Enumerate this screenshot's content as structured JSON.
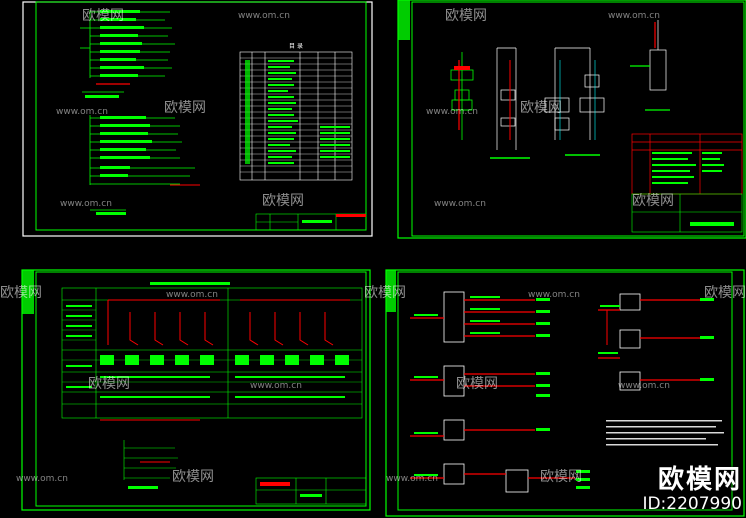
{
  "watermark": {
    "brand": "欧模网",
    "url": "www.om.cn"
  },
  "badge": {
    "brand": "欧模网",
    "id": "ID:2207990"
  },
  "panels": [
    {
      "name": "top-left-sheet",
      "table_title": "目 录"
    },
    {
      "name": "top-right-sheet"
    },
    {
      "name": "bottom-left-sheet"
    },
    {
      "name": "bottom-right-sheet"
    }
  ],
  "colors": {
    "background": "#000000",
    "frame": "#00ff00",
    "wire_red": "#ff0000",
    "wire_white": "#ffffff",
    "wire_cyan": "#00ffff",
    "watermark": "#ffffff"
  }
}
